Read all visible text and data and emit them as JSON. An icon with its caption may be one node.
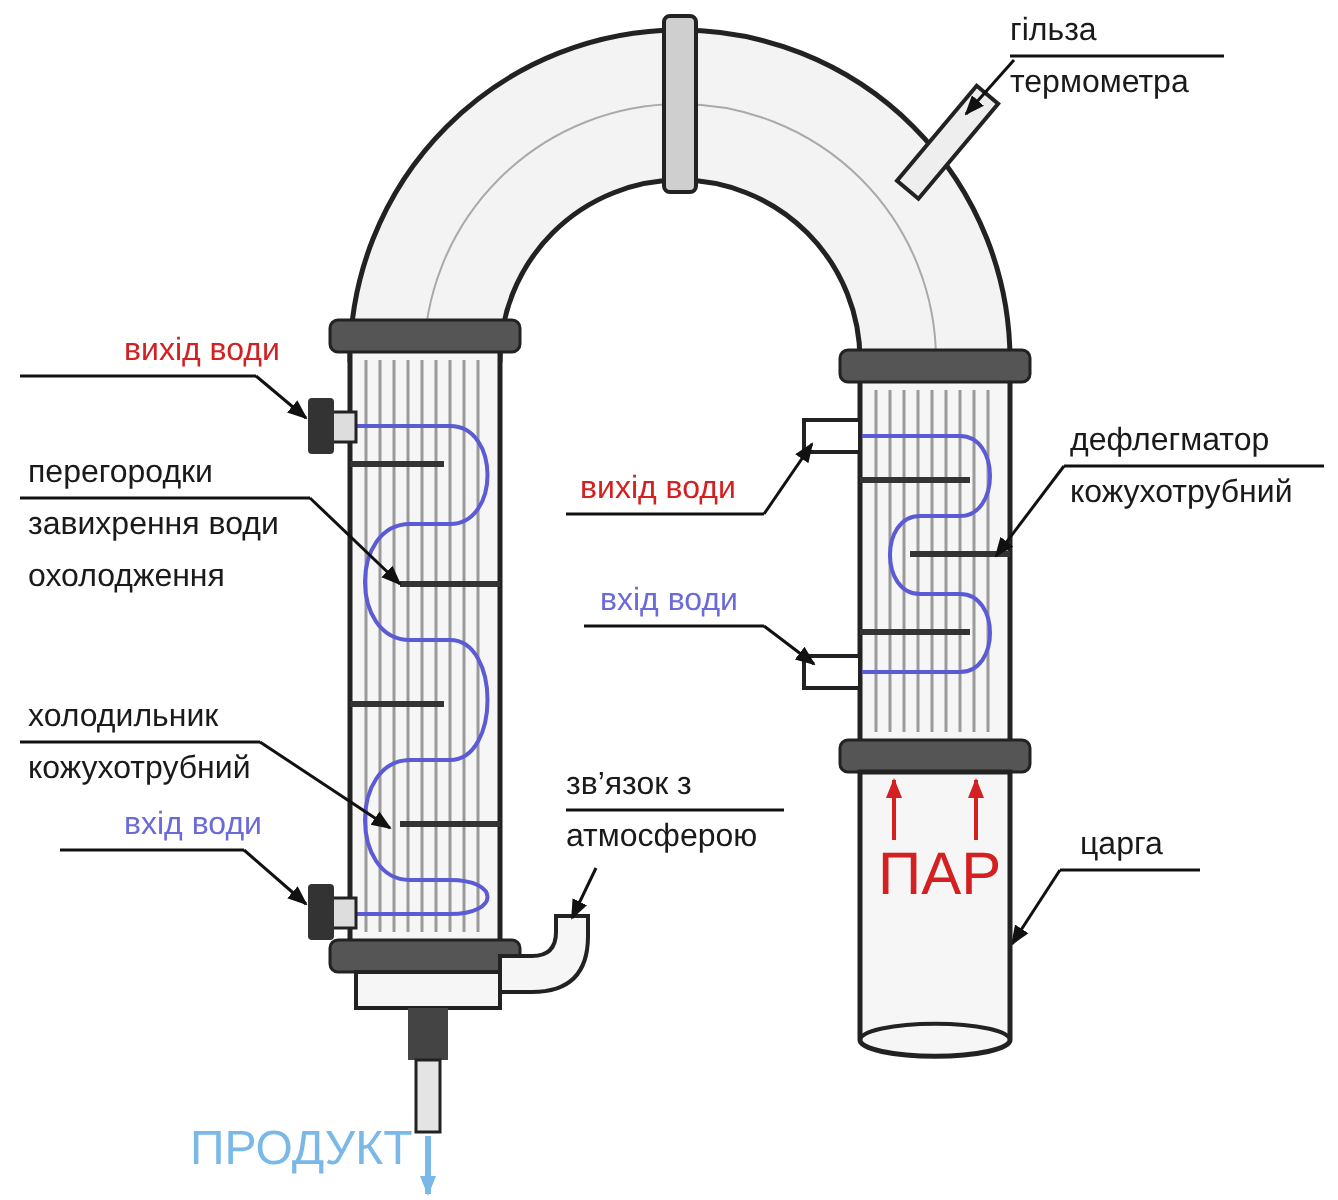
{
  "diagram": {
    "nodes": [
      {
        "text": [
          "гільза термометра"
        ]
      },
      {
        "text": [
          "вихід води"
        ]
      },
      {
        "text": [
          "перегородки завихрення води охолодження"
        ]
      },
      {
        "text": [
          "холодильник кожухотрубний"
        ]
      },
      {
        "text": [
          "вхід води"
        ]
      },
      {
        "text": [
          "зв’язок з атмосферою"
        ]
      },
      {
        "text": [
          "вихід води"
        ]
      },
      {
        "text": [
          "дефлегматор кожухотрубний"
        ]
      },
      {
        "text": [
          "вхід води"
        ]
      },
      {
        "text": [
          "царга"
        ]
      },
      {
        "text": [
          "ПАР"
        ]
      }
    ],
    "edges": [
      {
        "from": 0,
        "to": null,
        "arrow": "to"
      },
      {
        "from": 1,
        "to": null,
        "arrow": "to"
      },
      {
        "from": 2,
        "to": null,
        "arrow": "to"
      },
      {
        "from": 3,
        "to": null,
        "arrow": "to"
      },
      {
        "from": 4,
        "to": null,
        "arrow": "to"
      },
      {
        "from": 5,
        "to": null,
        "arrow": "to"
      },
      {
        "from": 6,
        "to": null,
        "arrow": "to"
      },
      {
        "from": 7,
        "to": null,
        "arrow": "to"
      },
      {
        "from": 8,
        "to": null,
        "arrow": "to"
      },
      {
        "from": 9,
        "to": 10,
        "arrow": "to"
      }
    ],
    "labels": [
      "ПРОДУКТ"
    ]
  }
}
